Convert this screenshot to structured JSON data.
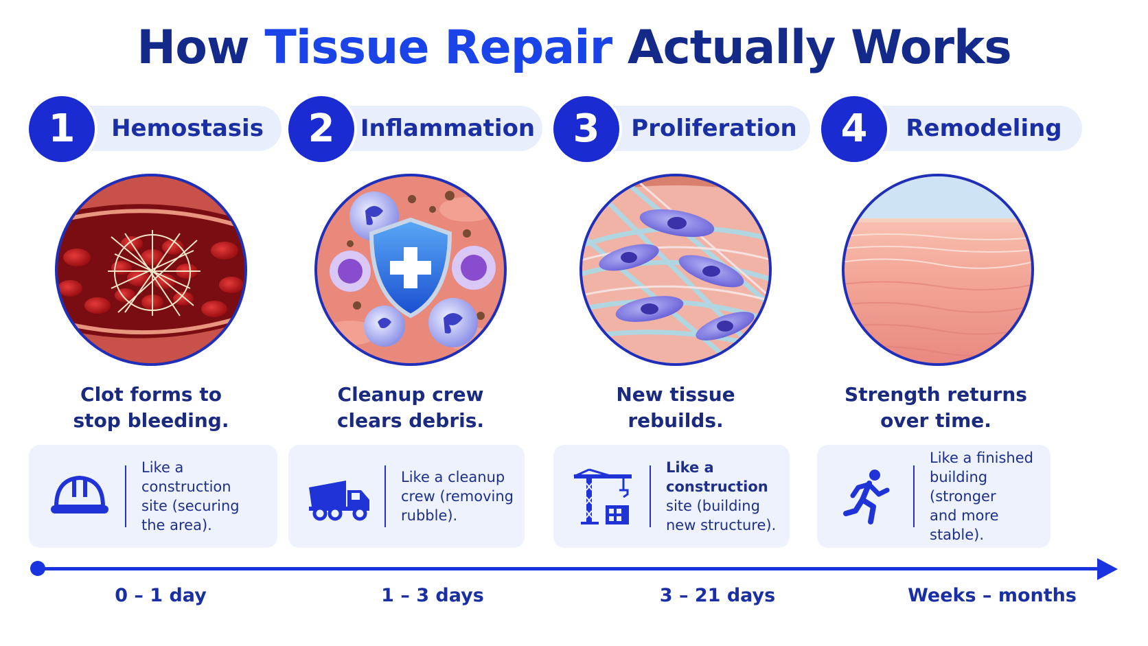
{
  "title": {
    "part1": "How ",
    "accent": "Tissue Repair",
    "part2": " Actually Works"
  },
  "colors": {
    "navy": "#142a8a",
    "brand_blue": "#1b44e8",
    "badge_blue": "#1a2bd1",
    "pill_bg": "#e8eefc",
    "card_bg": "#edf2fc"
  },
  "stages": [
    {
      "number": "1",
      "name": "Hemostasis",
      "desc_line1": "Clot forms to",
      "desc_line2": "stop bleeding.",
      "icon": "hard-hat-icon",
      "analogy_lines": [
        "Like a",
        "construction",
        "site (securing",
        "the area)."
      ],
      "time": "0 – 1 day"
    },
    {
      "number": "2",
      "name": "Inflammation",
      "desc_line1": "Cleanup crew",
      "desc_line2": "clears debris.",
      "icon": "dump-truck-icon",
      "analogy_lines": [
        "Like a cleanup",
        "crew (removing",
        "rubble)."
      ],
      "time": "1 – 3 days"
    },
    {
      "number": "3",
      "name": "Proliferation",
      "desc_line1": "New tissue",
      "desc_line2": "rebuilds.",
      "icon": "construction-crane-icon",
      "analogy_lines": [
        "Like a construction",
        "site (building",
        "new structure)."
      ],
      "time": "3 – 21 days"
    },
    {
      "number": "4",
      "name": "Remodeling",
      "desc_line1": "Strength returns",
      "desc_line2": "over time.",
      "icon": "running-person-icon",
      "analogy_lines": [
        "Like a finished",
        "building (stronger",
        "and more stable)."
      ],
      "time": "Weeks – months"
    }
  ]
}
